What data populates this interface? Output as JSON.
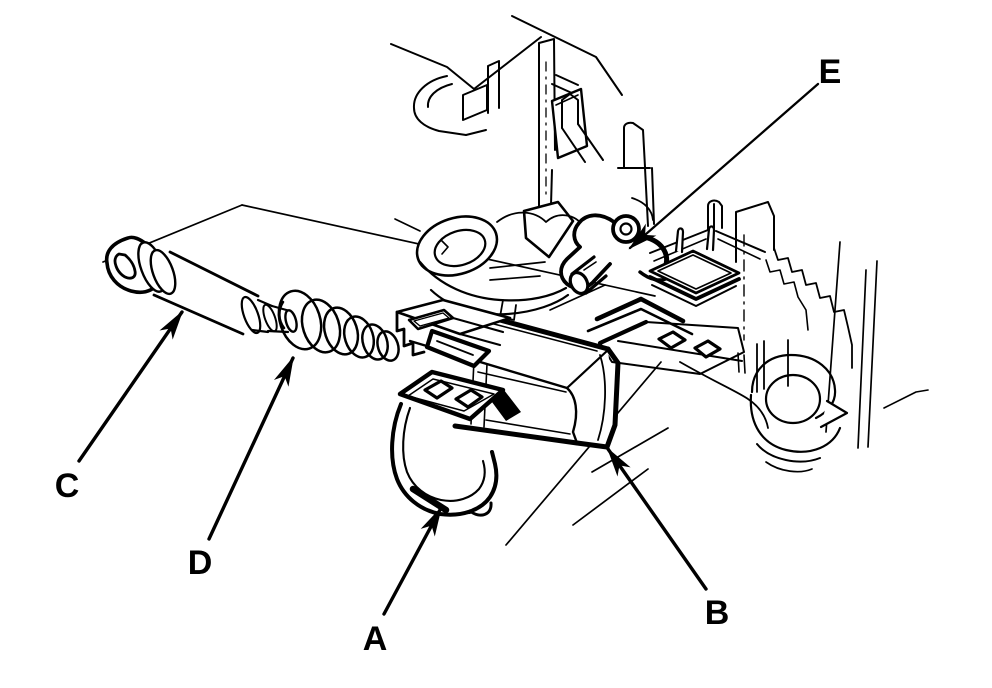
{
  "figure": {
    "kind": "exploded-parts-line-diagram",
    "bg_color": "#ffffff",
    "line_color": "#000000",
    "callouts": [
      {
        "id": "A",
        "label": "A"
      },
      {
        "id": "B",
        "label": "B"
      },
      {
        "id": "C",
        "label": "C"
      },
      {
        "id": "D",
        "label": "D"
      },
      {
        "id": "E",
        "label": "E"
      }
    ]
  }
}
